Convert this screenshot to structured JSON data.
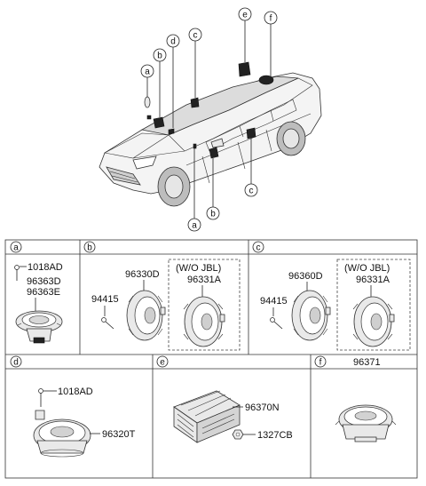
{
  "car_callouts": [
    "e",
    "f",
    "d",
    "c",
    "b",
    "a",
    "c",
    "b",
    "a"
  ],
  "panels": {
    "a": {
      "letter": "a",
      "screw": "1018AD",
      "part1": "96363D",
      "part2": "96363E"
    },
    "b": {
      "letter": "b",
      "bolt": "94415",
      "speaker": "96330D",
      "opt_label": "(W/O JBL)",
      "opt_part": "96331A"
    },
    "c": {
      "letter": "c",
      "bolt": "94415",
      "speaker": "96360D",
      "opt_label": "(W/O JBL)",
      "opt_part": "96331A"
    },
    "d": {
      "letter": "d",
      "screw": "1018AD",
      "speaker": "96320T"
    },
    "e": {
      "letter": "e",
      "amp": "96370N",
      "nut": "1327CB"
    },
    "f": {
      "letter": "f",
      "speaker": "96371"
    }
  }
}
